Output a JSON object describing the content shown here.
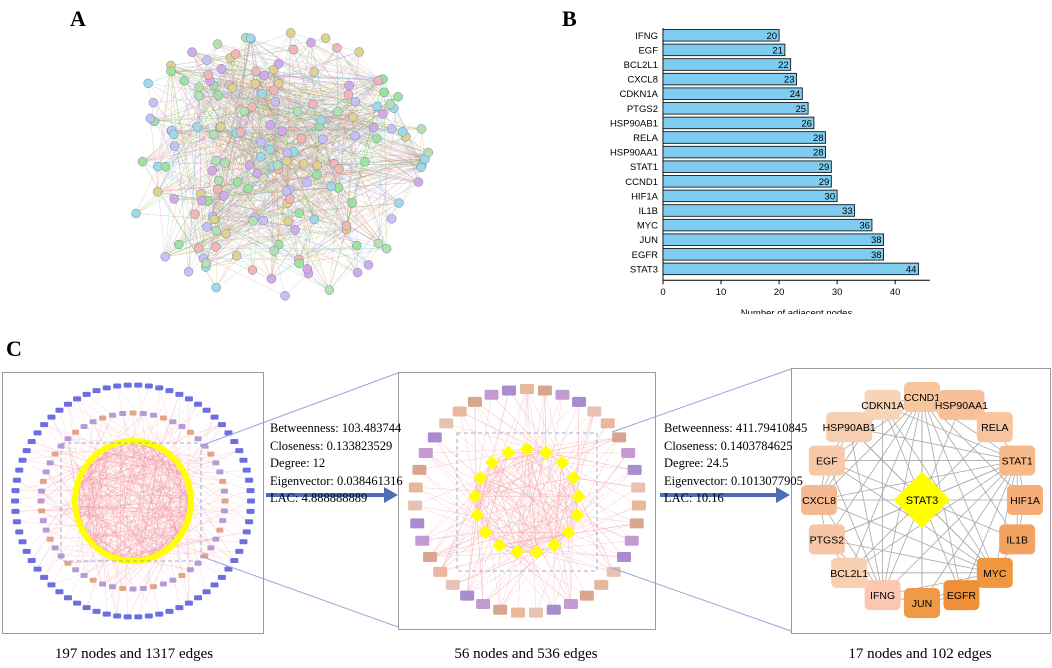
{
  "panels": {
    "a": "A",
    "b": "B",
    "c": "C"
  },
  "chart_data": {
    "type": "bar",
    "orientation": "horizontal",
    "categories": [
      "IFNG",
      "EGF",
      "BCL2L1",
      "CXCL8",
      "CDKN1A",
      "PTGS2",
      "HSP90AB1",
      "RELA",
      "HSP90AA1",
      "STAT1",
      "CCND1",
      "HIF1A",
      "IL1B",
      "MYC",
      "JUN",
      "EGFR",
      "STAT3"
    ],
    "values": [
      20,
      21,
      22,
      23,
      24,
      25,
      26,
      28,
      28,
      29,
      29,
      30,
      33,
      36,
      38,
      38,
      44
    ],
    "xlabel": "Number of adjacent nodes",
    "xlim": [
      0,
      46
    ],
    "xticks": [
      0,
      10,
      20,
      30,
      40
    ],
    "bar_color": "#7ecdf0",
    "bar_edge": "#000000",
    "show_value_labels": true,
    "legend": "none",
    "grid": false
  },
  "stats_1": {
    "betweenness": "Betweenness: 103.483744",
    "closeness": "Closeness: 0.133823529",
    "degree": "Degree: 12",
    "eigenvector": "Eigenvector: 0.038461316",
    "lac": "LAC: 4.888888889"
  },
  "stats_2": {
    "betweenness": "Betweenness: 411.79410845",
    "closeness": "Closeness: 0.1403784625",
    "degree": "Degree: 24.5",
    "eigenvector": "Eigenvector: 0.1013077905",
    "lac": "LAC: 10.16"
  },
  "network_c": {
    "center": "STAT3",
    "nodes": [
      "CCND1",
      "HSP90AA1",
      "RELA",
      "STAT1",
      "HIF1A",
      "IL1B",
      "MYC",
      "EGFR",
      "JUN",
      "IFNG",
      "BCL2L1",
      "PTGS2",
      "CXCL8",
      "EGF",
      "HSP90AB1",
      "CDKN1A"
    ]
  },
  "captions": {
    "left": "197 nodes and 1317 edges",
    "middle": "56 nodes and 536 edges",
    "right": "17 nodes and 102 edges"
  },
  "colors": {
    "accent_blue": "#4a6fb8",
    "hub_yellow": "#ffff00",
    "edge_pink": "#f4a3a8",
    "outer_node": "#6d6fe0",
    "mid_node": "#b79bd6",
    "orange_light": "#f9cfa8",
    "orange_dark": "#f0913c"
  }
}
